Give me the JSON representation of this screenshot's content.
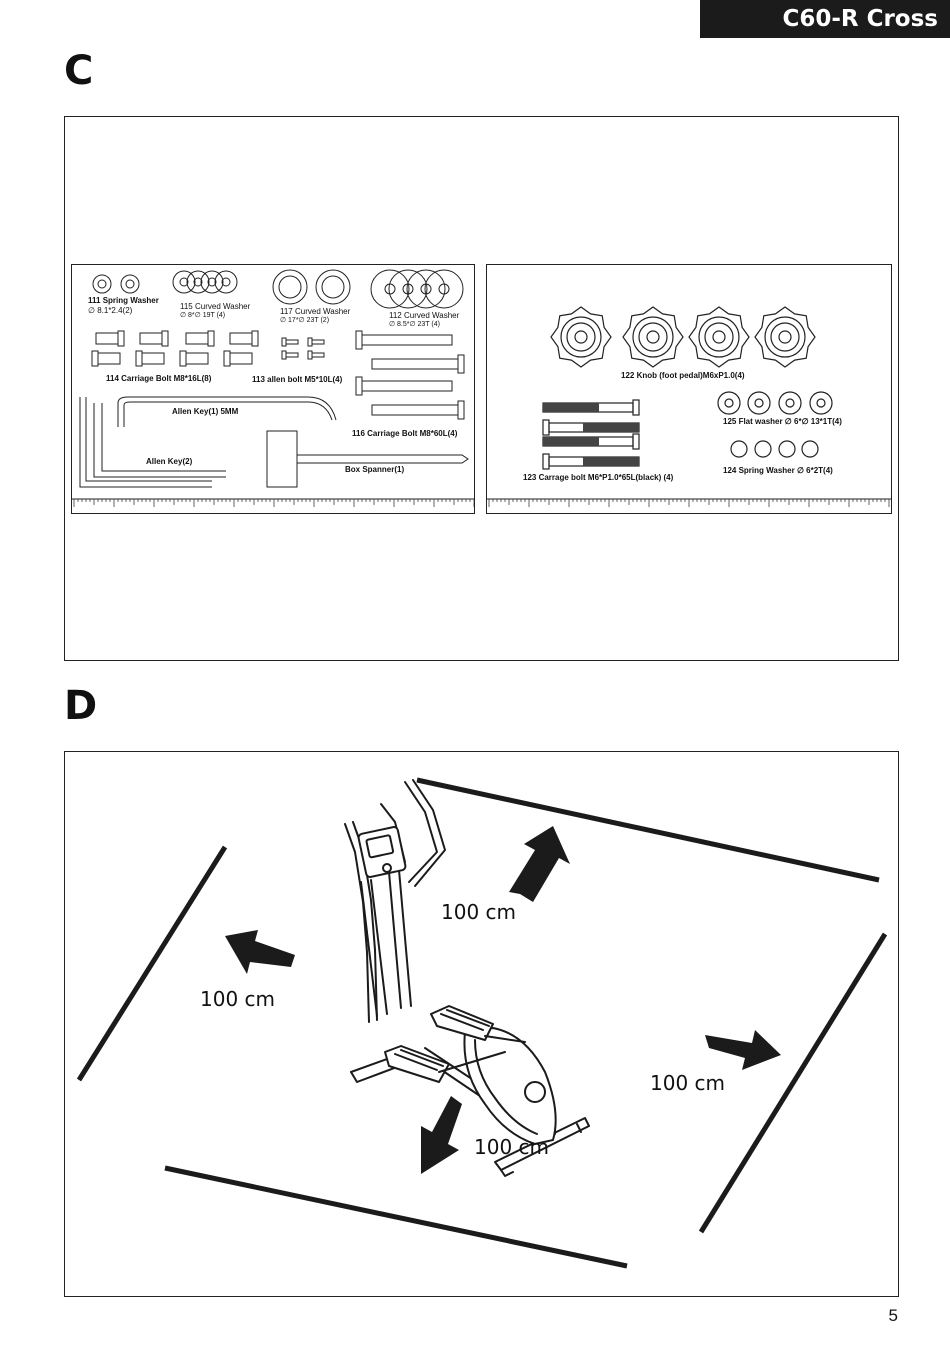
{
  "header": {
    "model": "C60-R Cross"
  },
  "section_c": {
    "letter": "C",
    "left_panel": {
      "labels": {
        "p111": "111 Spring Washer",
        "p111_spec": "∅ 8.1*2.4(2)",
        "p115": "115 Curved Washer",
        "p115_spec": "∅ 8*∅ 19T (4)",
        "p117": "117 Curved Washer",
        "p117_spec": "∅ 17*∅ 23T (2)",
        "p112": "112 Curved Washer",
        "p112_spec": "∅ 8.5*∅ 23T (4)",
        "p114": "114 Carriage Bolt  M8*16L(8)",
        "p113": "113 allen bolt  M5*10L(4)",
        "allen1": "Allen Key(1) 5MM",
        "p116": "116 Carriage Bolt  M8*60L(4)",
        "allen2": "Allen Key(2)",
        "spanner": "Box Spanner(1)"
      }
    },
    "right_panel": {
      "labels": {
        "p122": "122 Knob (foot pedal)M6xP1.0(4)",
        "p125": "125 Flat washer  ∅ 6*∅ 13*1T(4)",
        "p123": "123 Carrage bolt M6*P1.0*65L(black) (4)",
        "p124": "124 Spring Washer  ∅ 6*2T(4)"
      }
    }
  },
  "section_d": {
    "letter": "D",
    "clearances": {
      "top": "100 cm",
      "left": "100 cm",
      "right": "100 cm",
      "front": "100 cm"
    }
  },
  "page_number": "5"
}
